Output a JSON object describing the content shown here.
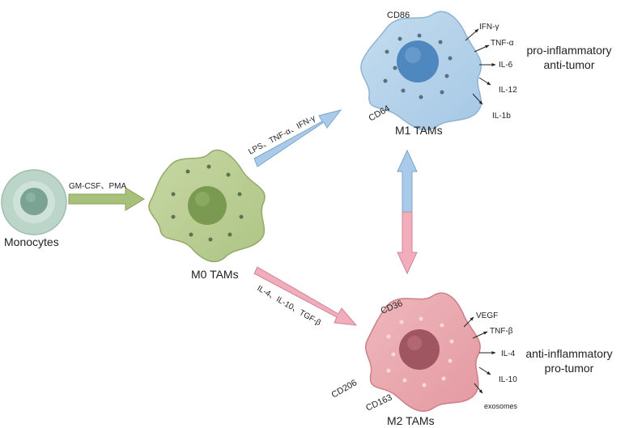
{
  "colors": {
    "monocyte": "#b9d3c6",
    "m0": "#b8cc91",
    "m1": "#b5d2ea",
    "m2": "#e8a7ad",
    "arrow_green": "#a6c07a",
    "arrow_blue": "#a9cbe9",
    "arrow_pink": "#f1adbb"
  },
  "cells": {
    "monocytes": "Monocytes",
    "m0": "M0 TAMs",
    "m1": "M1 TAMs",
    "m2": "M2 TAMs"
  },
  "stimuli": {
    "to_m0": "GM-CSF、PMA",
    "to_m1": "LPS、TNF-α、IFN-γ",
    "to_m2": "IL-4、IL-10、TGF-β"
  },
  "m1_markers": {
    "top": "CD86",
    "bottom": "CD64"
  },
  "m2_markers": {
    "top": "CD36",
    "left": "CD206",
    "bottom": "CD163"
  },
  "m1_secretions": [
    "IFN-γ",
    "TNF-α",
    "IL-6",
    "IL-12",
    "IL-1b"
  ],
  "m2_secretions": [
    "VEGF",
    "TNF-β",
    "IL-4",
    "IL-10",
    "exosomes"
  ],
  "m1_function": {
    "line1": "pro-inflammatory",
    "line2": "anti-tumor"
  },
  "m2_function": {
    "line1": "anti-inflammatory",
    "line2": "pro-tumor"
  }
}
